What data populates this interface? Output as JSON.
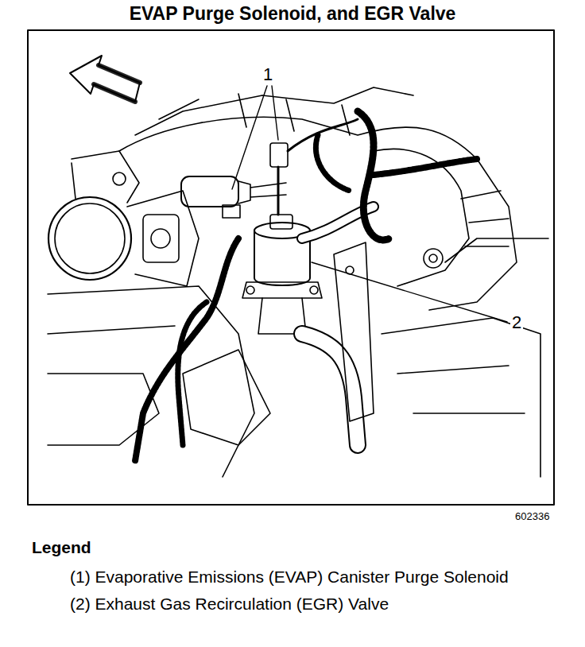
{
  "diagram": {
    "title": "EVAP Purge Solenoid, and EGR Valve",
    "labels": [
      "1",
      "2",
      "602336",
      "Legend"
    ],
    "legend": [
      {
        "text": "(1) Evaporative Emissions (EVAP) Canister Purge Solenoid"
      },
      {
        "text": "(2) Exhaust Gas Recirculation (EGR) Valve"
      }
    ]
  }
}
